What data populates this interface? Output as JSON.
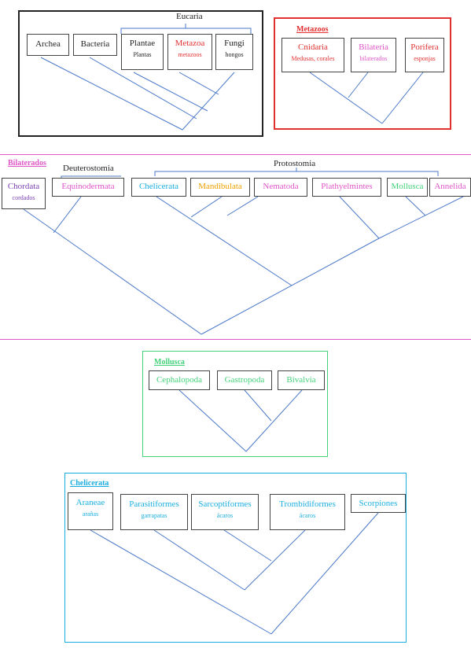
{
  "colors": {
    "black": "#222222",
    "red": "#e23030",
    "magenta": "#e056c8",
    "violet": "#7a3fb0",
    "cyan": "#1aaee0",
    "green": "#44d27a",
    "orange": "#f0a000",
    "line": "#4a78c8"
  },
  "eucaria": {
    "group_label": "Eucaria",
    "taxa": [
      {
        "name": "Archea"
      },
      {
        "name": "Bacteria"
      },
      {
        "name": "Plantae",
        "common": "Plantas"
      },
      {
        "name": "Metazoa",
        "common": "metazoos"
      },
      {
        "name": "Fungi",
        "common": "hongos"
      }
    ]
  },
  "metazoos": {
    "title": "Metazoos",
    "taxa": [
      {
        "name": "Cnidaria",
        "common": "Medusas, corales"
      },
      {
        "name": "Bilateria",
        "common": "bilaterados"
      },
      {
        "name": "Porifera",
        "common": "esponjas"
      }
    ]
  },
  "bilaterados": {
    "title": "Bilaterados",
    "deuterostomia_label": "Deuterostomia",
    "protostomia_label": "Protostomia",
    "taxa": [
      {
        "name": "Chordata",
        "common": "cordados"
      },
      {
        "name": "Equinodermata"
      },
      {
        "name": "Chelicerata"
      },
      {
        "name": "Mandibulata"
      },
      {
        "name": "Nematoda"
      },
      {
        "name": "Plathyelmintes"
      },
      {
        "name": "Mollusca"
      },
      {
        "name": "Annelida"
      }
    ]
  },
  "mollusca": {
    "title": "Mollusca",
    "taxa": [
      {
        "name": "Cephalopoda"
      },
      {
        "name": "Gastropoda"
      },
      {
        "name": "Bivalvia"
      }
    ]
  },
  "chelicerata": {
    "title": "Chelicerata",
    "taxa": [
      {
        "name": "Araneae",
        "common": "arañas"
      },
      {
        "name": "Parasitiformes",
        "common": "garrapatas"
      },
      {
        "name": "Sarcoptiformes",
        "common": "ácaros"
      },
      {
        "name": "Trombidiformes",
        "common": "ácaros"
      },
      {
        "name": "Scorpiones"
      }
    ]
  }
}
